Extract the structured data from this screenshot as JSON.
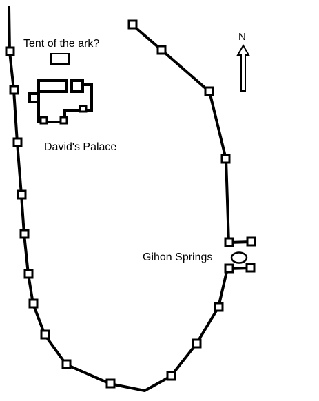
{
  "map": {
    "labels": {
      "tent": "Tent of the ark?",
      "palace": "David's Palace",
      "spring": "Gihon Springs",
      "north": "N"
    },
    "colors": {
      "ink": "#000000",
      "paper": "#ffffff"
    },
    "icons": {
      "north_arrow": "north-arrow-icon",
      "tower": "tower-square-icon",
      "spring": "spring-ellipse-icon",
      "tent": "tent-rectangle-icon"
    }
  }
}
